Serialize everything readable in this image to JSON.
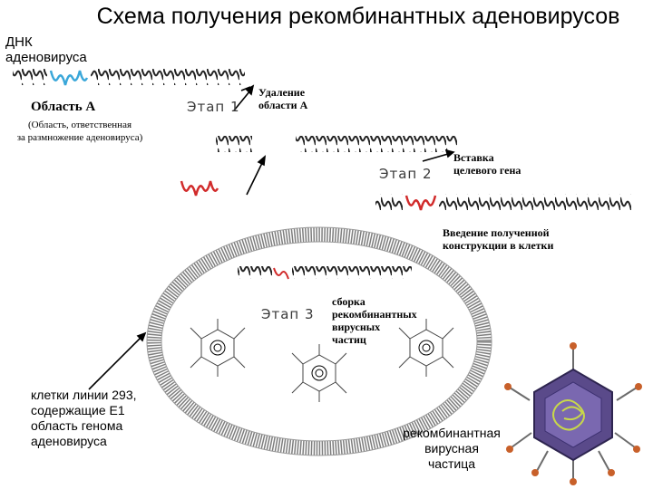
{
  "title": "Схема получения рекомбинантных аденовирусов",
  "dna_label": [
    "ДНК",
    "аденовируса"
  ],
  "region_a": "Область А",
  "region_a_desc": [
    "(Область, ответственная",
    "за размножение аденовируса)"
  ],
  "stage1": "Этап 1",
  "stage1_note": [
    "Удаление",
    "области А"
  ],
  "stage2": "Этап 2",
  "stage2_note": [
    "Вставка",
    "целевого гена"
  ],
  "intro_note": [
    "Введение полученной",
    "конструкции в клетки"
  ],
  "stage3": "Этап 3",
  "stage3_note": [
    "сборка",
    "рекомбинантных",
    "вирусных",
    "частиц"
  ],
  "cells_note": [
    "клетки линии 293,",
    "содержащие Е1",
    "область генома",
    "аденовируса"
  ],
  "particle_label": [
    "рекомбинантная",
    "вирусная",
    "частица"
  ],
  "colors": {
    "dna": "#222222",
    "region_a": "#3aa7d9",
    "target_gene": "#d12b2b",
    "membrane": "#9a9a9a",
    "virus": "#5a4a8a",
    "spike": "#c8602a"
  }
}
